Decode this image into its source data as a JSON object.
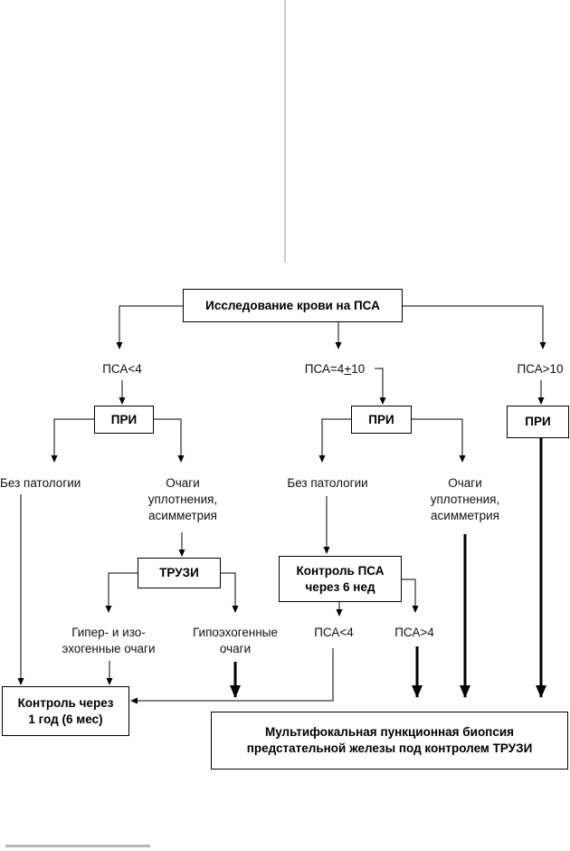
{
  "diagram": {
    "root": "Исследование крови на ПСА",
    "branches": {
      "low": {
        "psa_label": "ПСА<4",
        "dre": "ПРИ",
        "no_pathology": "Без патологии",
        "lesions": [
          "Очаги",
          "уплотнения,",
          "асимметрия"
        ],
        "trus": "ТРУЗИ",
        "hyper_iso": [
          "Гипер- и изо-",
          "эхогенные очаги"
        ],
        "hypo": [
          "Гипоэхогенные",
          "очаги"
        ]
      },
      "mid": {
        "psa_label_prefix": "ПСА=4",
        "psa_label_pm": "+",
        "psa_label_suffix": "10",
        "dre": "ПРИ",
        "no_pathology": "Без патологии",
        "lesions": [
          "Очаги",
          "уплотнения,",
          "асимметрия"
        ],
        "control": [
          "Контроль ПСА",
          "через 6 нед"
        ],
        "psa_low": "ПСА<4",
        "psa_high": "ПСА>4"
      },
      "high": {
        "psa_label": "ПСА>10",
        "dre": "ПРИ"
      }
    },
    "outcomes": {
      "control": [
        "Контроль через",
        "1 год (6 мес)"
      ],
      "biopsy": [
        "Мультифокальная пункционная биопсия",
        "предстательной железы под контролем ТРУЗИ"
      ]
    }
  }
}
